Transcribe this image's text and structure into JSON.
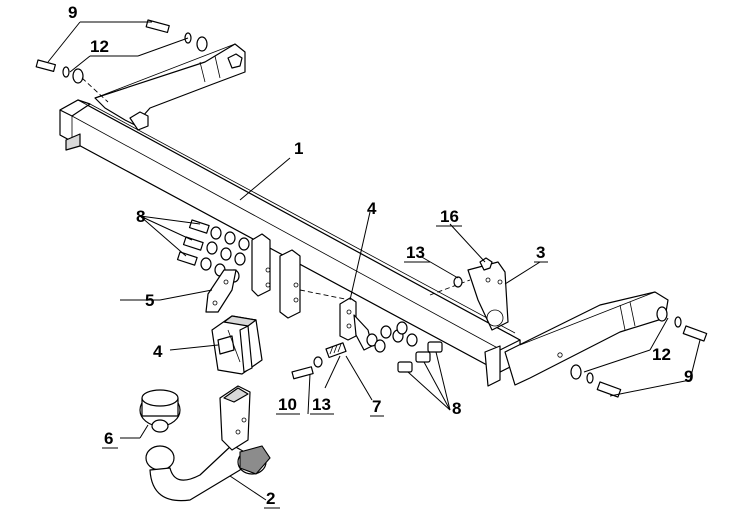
{
  "callouts": {
    "c1": "1",
    "c2": "2",
    "c3": "3",
    "c4_top": "4",
    "c4_left": "4",
    "c5": "5",
    "c6": "6",
    "c7": "7",
    "c8_left": "8",
    "c8_right": "8",
    "c9_top": "9",
    "c9_right": "9",
    "c10": "10",
    "c12_top": "12",
    "c12_right": "12",
    "c13_left": "13",
    "c13_bottom": "13",
    "c16": "16"
  }
}
